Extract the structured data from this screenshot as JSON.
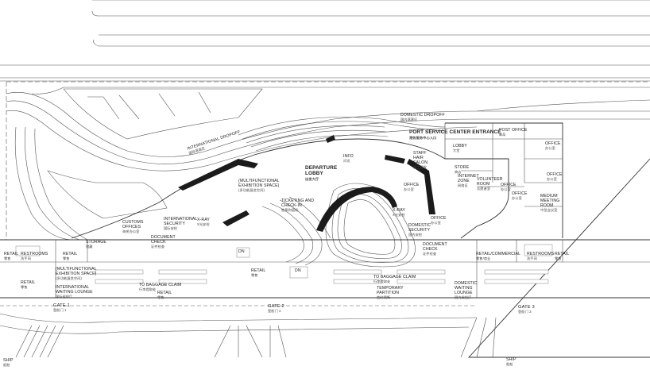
{
  "labels": {
    "domestic_dropoff": {
      "en": "DOMESTIC DROPOFF",
      "zh": "国内落客区"
    },
    "international_dropoff": {
      "en": "INTERNATIONAL DROPOFF",
      "zh": "国际落客区"
    },
    "port_service_center_entrance": {
      "en": "PORT SERVICE CENTER ENTRANCE",
      "zh": "港务服务中心入口"
    },
    "post_office": {
      "en": "POST OFFICE",
      "zh": "邮局"
    },
    "office_1": {
      "en": "OFFICE",
      "zh": "办公室"
    },
    "lobby": {
      "en": "LOBBY",
      "zh": "大堂"
    },
    "staff_hair_salon": {
      "en": "STAFF HAIR SALON",
      "zh": "员工理发"
    },
    "store": {
      "en": "STORE",
      "zh": "商店"
    },
    "info": {
      "en": "INFO",
      "zh": "问讯"
    },
    "departure_lobby": {
      "en": "DEPARTURE LOBBY",
      "zh": "出发大厅"
    },
    "internet_zone": {
      "en": "INTERNET ZONE",
      "zh": "网络区"
    },
    "volunteer_room": {
      "en": "VOLUNTEER ROOM",
      "zh": "志愿者室"
    },
    "office_2": {
      "en": "OFFICE",
      "zh": "办公室"
    },
    "office_3": {
      "en": "OFFICE",
      "zh": "办公室"
    },
    "office_4": {
      "en": "OFFICE",
      "zh": "办公室"
    },
    "office_5": {
      "en": "OFFICE",
      "zh": "办公室"
    },
    "office_6": {
      "en": "OFFICE",
      "zh": "办公室"
    },
    "medium_meeting_room": {
      "en": "MEDIUM MEETING ROOM",
      "zh": "中型会议室"
    },
    "multifunctional_exhibition_space": {
      "en": "(MULTIFUNCTIONAL EXHIBITION SPACE)",
      "zh": "(多功能展览空间)"
    },
    "ticketing_checkin": {
      "en": "TICKETING AND CHECK-IN",
      "zh": "售票和值机"
    },
    "xray_1": {
      "en": "X-RAY",
      "zh": "X光安检"
    },
    "xray_2": {
      "en": "X-RAY",
      "zh": "X光安检"
    },
    "customs_offices": {
      "en": "CUSTOMS OFFICES",
      "zh": "海关办公室"
    },
    "international_security": {
      "en": "INTERNATIONAL SECURITY",
      "zh": "国际安检"
    },
    "domestic_security": {
      "en": "DOMESTIC SECURITY",
      "zh": "国内安检"
    },
    "document_check_1": {
      "en": "DOCUMENT CHECK",
      "zh": "证件检查"
    },
    "document_check_2": {
      "en": "DOCUMENT CHECK",
      "zh": "证件检查"
    },
    "storage": {
      "en": "STORAGE",
      "zh": "储藏"
    },
    "retail_1": {
      "en": "RETAIL",
      "zh": "零售"
    },
    "restrooms_1": {
      "en": "RESTROOMS",
      "zh": "洗手间"
    },
    "retail_2": {
      "en": "RETAIL",
      "zh": "零售"
    },
    "retail_3": {
      "en": "RETAIL",
      "zh": "零售"
    },
    "retail_4": {
      "en": "RETAIL",
      "zh": "零售"
    },
    "retail_5": {
      "en": "RETAIL",
      "zh": "零售"
    },
    "retail_commercial": {
      "en": "RETAIL/COMMERCIAL",
      "zh": "零售/商业"
    },
    "restrooms_2": {
      "en": "RESTROOMS",
      "zh": "洗手间"
    },
    "retail_6": {
      "en": "RETAIL",
      "zh": "零售"
    },
    "multifunctional_exhibition_space_2": {
      "en": "(MULTIFUNCTIONAL EXHIBITION SPACE)",
      "zh": "(多功能展览空间)"
    },
    "international_waiting_lounge": {
      "en": "INTERNATIONAL WAITING LOUNGE",
      "zh": "国际候船厅"
    },
    "to_baggage_claim_1": {
      "en": "TO BAGGAGE CLAIM",
      "zh": "行李提取处"
    },
    "to_baggage_claim_2": {
      "en": "TO BAGGAGE CLAIM",
      "zh": "行李提取处"
    },
    "temporary_partition": {
      "en": "TEMPORARY PARTITION",
      "zh": "临时隔断"
    },
    "domestic_waiting_lounge": {
      "en": "DOMESTIC WAITING LOUNGE",
      "zh": "国内候船厅"
    },
    "dn_1": {
      "en": "DN"
    },
    "dn_2": {
      "en": "DN"
    },
    "gate_1": {
      "en": "GATE 1",
      "zh": "登船门 1"
    },
    "gate_2": {
      "en": "GATE 2",
      "zh": "登船门 2"
    },
    "gate_3": {
      "en": "GATE 3",
      "zh": "登船门 3"
    },
    "ship_1": {
      "en": "SHIP",
      "zh": "船舶"
    },
    "ship_2": {
      "en": "SHIP",
      "zh": "船舶"
    }
  }
}
